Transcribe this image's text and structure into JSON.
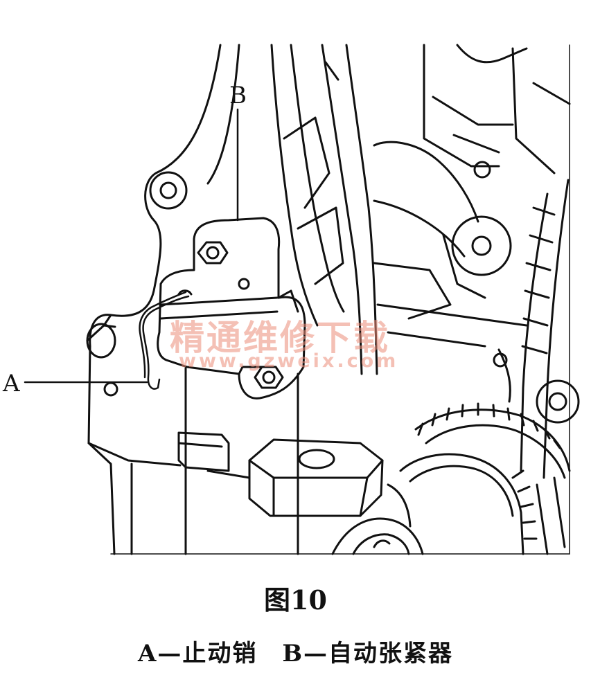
{
  "labels": {
    "a": "A",
    "b": "B"
  },
  "figure": {
    "title": "图10",
    "caption": "A—止动销　B—自动张紧器"
  },
  "watermark": {
    "cn": "精通维修下载",
    "url": "www.gzweix.com",
    "color": "#eb8c78"
  }
}
